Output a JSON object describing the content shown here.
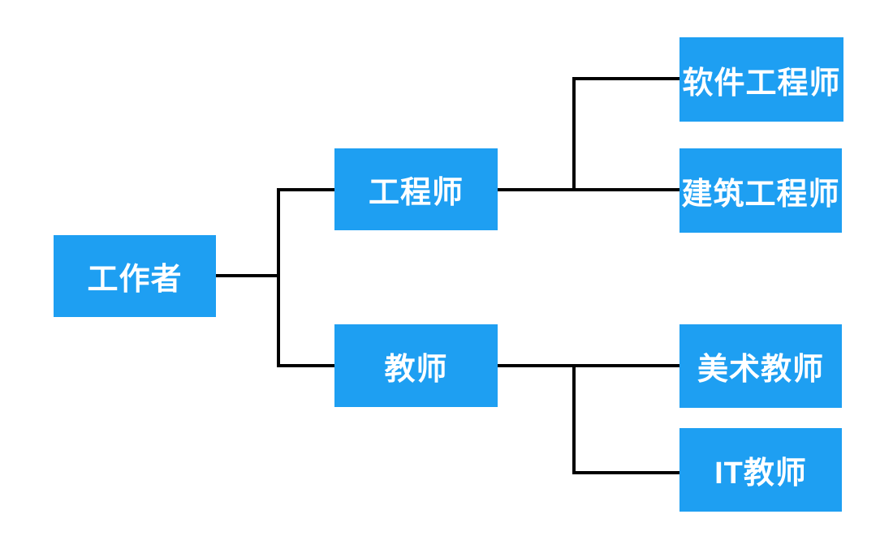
{
  "diagram": {
    "type": "tree",
    "orientation": "left-to-right",
    "node_color": "#1E9FF2",
    "node_text_color": "#ffffff",
    "connector_color": "#000000",
    "background_color": "#ffffff",
    "nodes": {
      "worker": {
        "label": "工作者"
      },
      "engineer": {
        "label": "工程师"
      },
      "teacher": {
        "label": "教师"
      },
      "software_engineer": {
        "label": "软件工程师"
      },
      "construction_engineer": {
        "label": "建筑工程师"
      },
      "art_teacher": {
        "label": "美术教师"
      },
      "it_teacher": {
        "label": "IT教师"
      }
    },
    "edges": [
      {
        "from": "worker",
        "to": "engineer"
      },
      {
        "from": "worker",
        "to": "teacher"
      },
      {
        "from": "engineer",
        "to": "software_engineer"
      },
      {
        "from": "engineer",
        "to": "construction_engineer"
      },
      {
        "from": "teacher",
        "to": "art_teacher"
      },
      {
        "from": "teacher",
        "to": "it_teacher"
      }
    ]
  }
}
